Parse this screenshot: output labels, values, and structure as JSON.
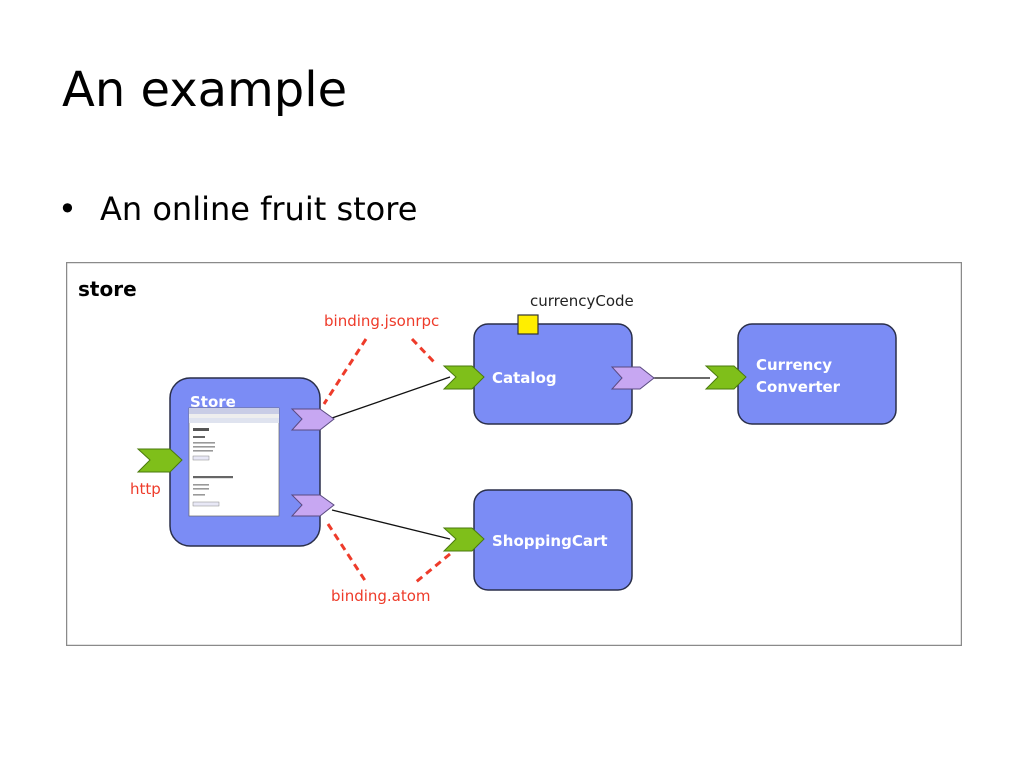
{
  "slide": {
    "title": "An example",
    "bullets": [
      "An online fruit store"
    ]
  },
  "diagram": {
    "composite_label": "store",
    "components": {
      "store": "Store",
      "catalog": "Catalog",
      "shopping_cart": "ShoppingCart",
      "currency_converter_line1": "Currency",
      "currency_converter_line2": "Converter"
    },
    "property_label": "currencyCode",
    "binding_labels": {
      "top": "binding.jsonrpc",
      "bottom": "binding.atom",
      "http": "http"
    },
    "colors": {
      "component_fill": "#7b8cf5",
      "component_border": "#2a2f4a",
      "service_green": "#7fbf1a",
      "reference_purple": "#c7a7f2",
      "property_yellow": "#ffee00",
      "binding_red": "#ee3b2a",
      "frame_border": "#8a8a8a"
    }
  }
}
